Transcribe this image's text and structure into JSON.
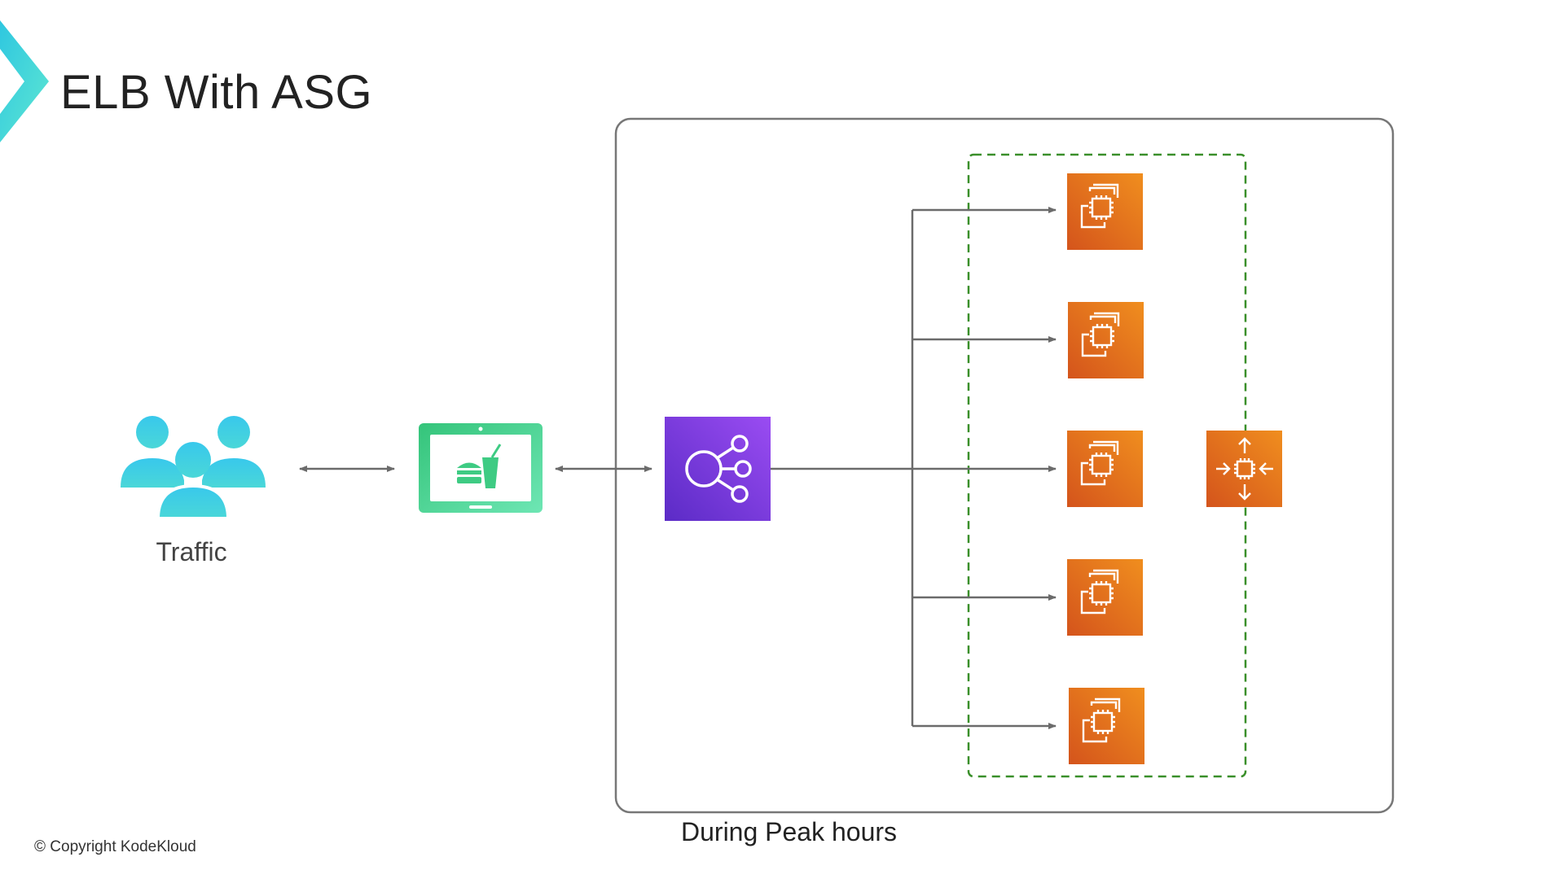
{
  "header": {
    "title": "ELB With ASG"
  },
  "diagram": {
    "nodes": {
      "users": {
        "label": "Traffic",
        "icon": "users-icon"
      },
      "app": {
        "icon": "food-ordering-app-icon"
      },
      "load_balancer": {
        "icon": "elastic-load-balancer-icon"
      },
      "instances": [
        {
          "icon": "ec2-instance-icon"
        },
        {
          "icon": "ec2-instance-icon"
        },
        {
          "icon": "ec2-instance-icon"
        },
        {
          "icon": "ec2-instance-icon"
        },
        {
          "icon": "ec2-instance-icon"
        }
      ],
      "auto_scaling": {
        "icon": "auto-scaling-icon"
      }
    },
    "caption": "During Peak hours"
  },
  "footer": {
    "copyright": "© Copyright KodeKloud"
  },
  "colors": {
    "accent": "#3fd6d6",
    "users": "#35c6e8",
    "app": "#3ecb83",
    "elb": "#7b3fe0",
    "ec2": "#e8741a",
    "asg_border": "#3a8f2a",
    "lines": "#6b6b6b"
  }
}
